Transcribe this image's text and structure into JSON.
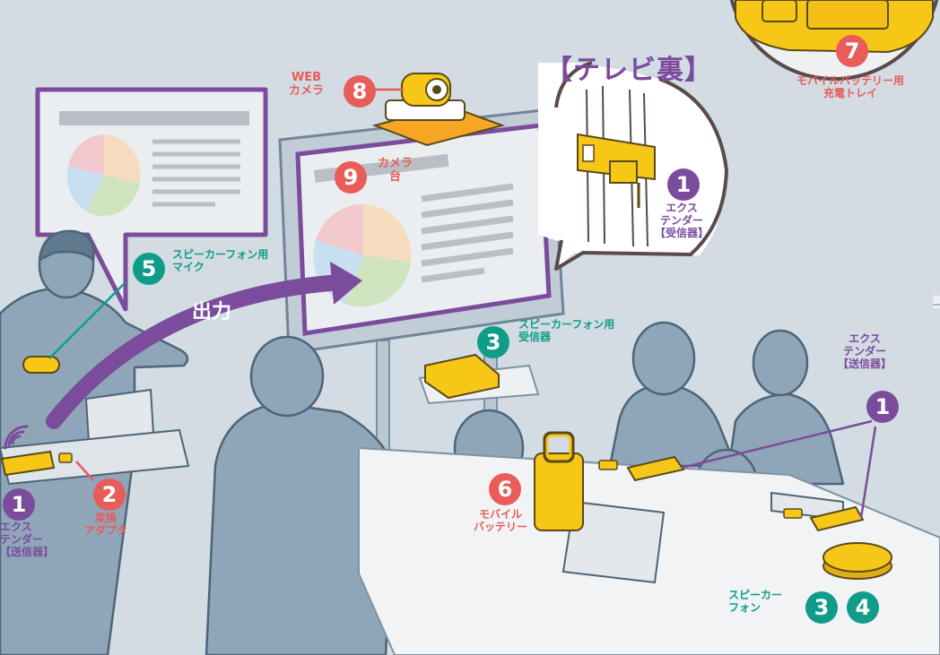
{
  "tv_back": "【テレビ裏】",
  "output_arrow": "出力",
  "labels": {
    "webcam": [
      "WEB",
      "カメラ"
    ],
    "camera_stand": [
      "カメラ",
      "台"
    ],
    "charging_tray": [
      "モバイルバッテリー用",
      "充電トレイ"
    ],
    "extender_receiver": [
      "エクス",
      "テンダー",
      "【受信器】"
    ],
    "extender_sender_right": [
      "エクス",
      "テンダー",
      "【送信器】"
    ],
    "extender_sender_left": [
      "エクス",
      "テンダー",
      "【送信器】"
    ],
    "conversion_adapter": [
      "変換",
      "アダプタ"
    ],
    "speakerphone_mic": [
      "スピーカーフォン用",
      "マイク"
    ],
    "speakerphone_receiver": [
      "スピーカーフォン用",
      "受信器"
    ],
    "mobile_battery": [
      "モバイル",
      "バッテリー"
    ],
    "speakerphone": [
      "スピーカー",
      "フォン"
    ]
  },
  "numbers": {
    "webcam": "8",
    "camera_stand": "9",
    "charging_tray": "7",
    "extender_receiver": "1",
    "extender_sender_right": "1",
    "extender_sender_left": "1",
    "conversion_adapter": "2",
    "speakerphone_mic": "5",
    "speakerphone_receiver": "3",
    "mobile_battery": "6",
    "speakerphone_a": "3",
    "speakerphone_b": "4"
  },
  "colors": {
    "background": "#d3dbe3",
    "figure": "#8fa6b8",
    "figure_outline": "#4d6578",
    "purple": "#7b4c9c",
    "red": "#e85c5a",
    "green": "#0f9d8a",
    "device_yellow": "#f7c718",
    "device_outline": "#5a4a1a",
    "screen_fill": "#ebeef0",
    "table": "#f1f3f5"
  }
}
